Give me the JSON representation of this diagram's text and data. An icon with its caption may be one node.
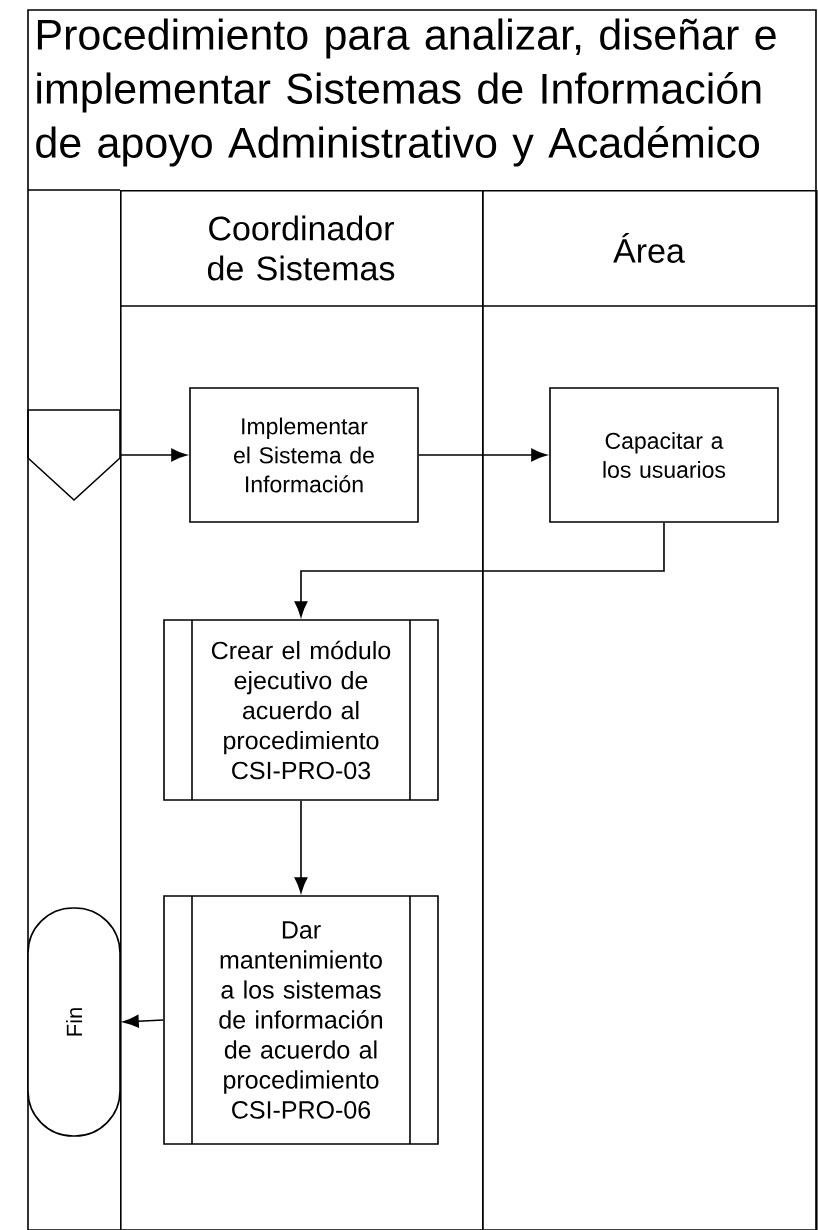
{
  "diagram": {
    "title": "Procedimiento para analizar, diseñar e implementar Sistemas de Información de apoyo Administrativo y Académico",
    "nodes": [
      {
        "text": [
          "Coordinador de Sistemas"
        ]
      },
      {
        "text": [
          "Área"
        ]
      },
      {
        "text": [],
        "shape": "pentagon"
      },
      {
        "text": [
          "Implementar el Sistema de Información"
        ],
        "in": 0
      },
      {
        "text": [
          "Capacitar a los usuarios"
        ],
        "in": 1
      },
      {
        "text": [
          "Crear el módulo ejecutivo de acuerdo al procedimiento CSI-PRO-03"
        ],
        "in": 0
      },
      {
        "text": [
          "Dar mantenimiento a los sistemas de información de acuerdo al procedimiento CSI-PRO-06"
        ],
        "in": 0
      },
      {
        "text": [
          "Fin"
        ]
      }
    ],
    "edges": [
      {
        "from": 2,
        "to": 3,
        "arrow": "to"
      },
      {
        "from": 3,
        "to": 4,
        "arrow": "to"
      },
      {
        "from": 4,
        "to": 5,
        "arrow": "to"
      },
      {
        "from": 5,
        "to": 6,
        "arrow": "to"
      },
      {
        "from": 6,
        "to": 7,
        "arrow": "to"
      }
    ]
  }
}
